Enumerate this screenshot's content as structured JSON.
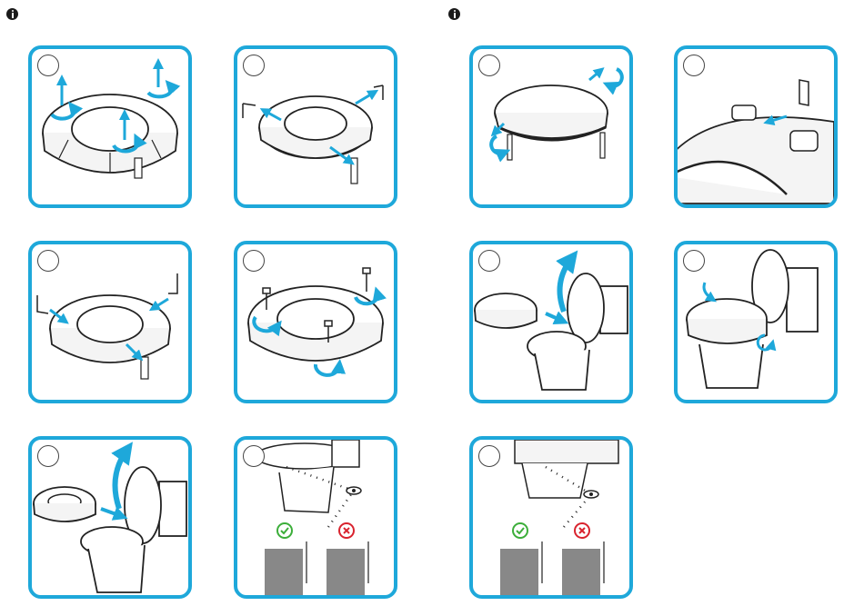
{
  "page": {
    "icons": [
      "info-icon",
      "info-icon"
    ],
    "accent_color": "#1ea8da",
    "ok_color": "#3cae3a",
    "error_color": "#d9232e",
    "panels": [
      {
        "id": "remove-brackets",
        "icons": [
          "lift-arrow-icon",
          "rotate-arrow-icon"
        ]
      },
      {
        "id": "insert-brackets",
        "icons": [
          "push-arrow-icon"
        ]
      },
      {
        "id": "tighten-screws-hinge",
        "icons": [
          "rotate-arrow-icon"
        ]
      },
      {
        "id": "detail-bracket",
        "icons": [
          "push-arrow-icon"
        ]
      },
      {
        "id": "align-brackets",
        "icons": [
          "push-arrow-icon"
        ]
      },
      {
        "id": "fasten-screws",
        "icons": [
          "screw-icon",
          "rotate-arrow-icon"
        ]
      },
      {
        "id": "place-on-toilet",
        "icons": [
          "lift-lid-arrow-icon"
        ]
      },
      {
        "id": "mount-on-toilet",
        "icons": [
          "lift-lid-arrow-icon"
        ]
      },
      {
        "id": "secure-to-toilet",
        "icons": [
          "rotate-arrow-icon"
        ]
      },
      {
        "id": "check-fit",
        "icons": [
          "eye-icon",
          "check-icon",
          "cross-icon"
        ]
      },
      {
        "id": "check-fit-alt",
        "icons": [
          "eye-icon",
          "check-icon",
          "cross-icon"
        ]
      }
    ]
  }
}
